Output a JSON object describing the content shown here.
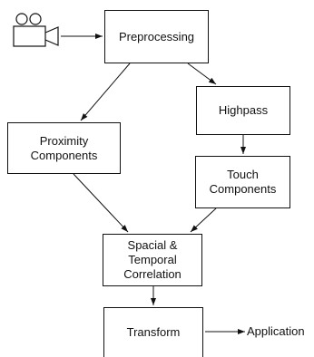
{
  "diagram": {
    "nodes": {
      "preprocessing": "Preprocessing",
      "highpass": "Highpass",
      "proximity_components": "Proximity\nComponents",
      "touch_components": "Touch\nComponents",
      "spacial_temporal_correlation": "Spacial &\nTemporal\nCorrelation",
      "transform": "Transform"
    },
    "output_label": "Application",
    "source_icon": "video-camera-icon",
    "edges": [
      [
        "camera",
        "preprocessing"
      ],
      [
        "preprocessing",
        "proximity_components"
      ],
      [
        "preprocessing",
        "highpass"
      ],
      [
        "highpass",
        "touch_components"
      ],
      [
        "proximity_components",
        "spacial_temporal_correlation"
      ],
      [
        "touch_components",
        "spacial_temporal_correlation"
      ],
      [
        "spacial_temporal_correlation",
        "transform"
      ],
      [
        "transform",
        "application"
      ]
    ],
    "colors": {
      "stroke": "#111111",
      "background": "#ffffff"
    }
  }
}
